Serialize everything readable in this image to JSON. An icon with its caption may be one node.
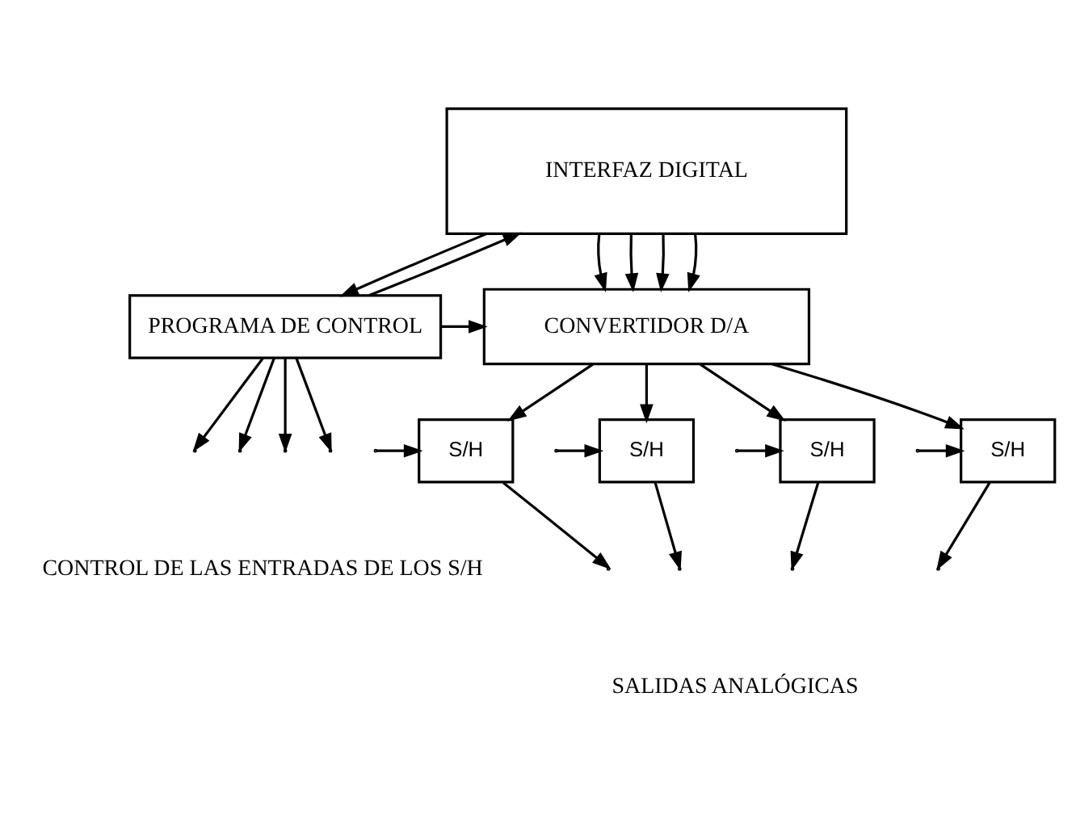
{
  "diagram": {
    "nodes": [
      {
        "text": [
          "INTERFAZ DIGITAL"
        ]
      },
      {
        "text": [
          "PROGRAMA DE CONTROL"
        ]
      },
      {
        "text": [
          "CONVERTIDOR D/A"
        ]
      },
      {
        "text": [
          "S/H"
        ]
      },
      {
        "text": [
          "S/H"
        ]
      },
      {
        "text": [
          "S/H"
        ]
      },
      {
        "text": [
          "S/H"
        ]
      }
    ],
    "edges": [
      {
        "from": 1,
        "to": 0,
        "arrow": "to"
      },
      {
        "from": 0,
        "to": 1,
        "arrow": "to"
      },
      {
        "from": 0,
        "to": 2,
        "arrow": "to"
      },
      {
        "from": 0,
        "to": 2,
        "arrow": "to"
      },
      {
        "from": 0,
        "to": 2,
        "arrow": "to"
      },
      {
        "from": 0,
        "to": 2,
        "arrow": "to"
      },
      {
        "from": 1,
        "to": 2,
        "arrow": "to"
      },
      {
        "from": 2,
        "to": 3,
        "arrow": "to"
      },
      {
        "from": 2,
        "to": 4,
        "arrow": "to"
      },
      {
        "from": 2,
        "to": 5,
        "arrow": "to"
      },
      {
        "from": 2,
        "to": 6,
        "arrow": "to"
      },
      {
        "from": 1,
        "to": null,
        "arrow": "to"
      },
      {
        "from": 1,
        "to": null,
        "arrow": "to"
      },
      {
        "from": 1,
        "to": null,
        "arrow": "to"
      },
      {
        "from": 1,
        "to": null,
        "arrow": "to"
      },
      {
        "from": 3,
        "to": null,
        "arrow": "to"
      },
      {
        "from": 4,
        "to": null,
        "arrow": "to"
      },
      {
        "from": 5,
        "to": null,
        "arrow": "to"
      },
      {
        "from": 6,
        "to": null,
        "arrow": "to"
      },
      {
        "from": null,
        "to": 3,
        "arrow": "to"
      },
      {
        "from": null,
        "to": 4,
        "arrow": "to"
      },
      {
        "from": null,
        "to": 5,
        "arrow": "to"
      },
      {
        "from": null,
        "to": 6,
        "arrow": "to"
      }
    ],
    "labels": [
      "CONTROL DE LAS ENTRADAS DE LOS S/H",
      "SALIDAS ANALÓGICAS"
    ]
  }
}
